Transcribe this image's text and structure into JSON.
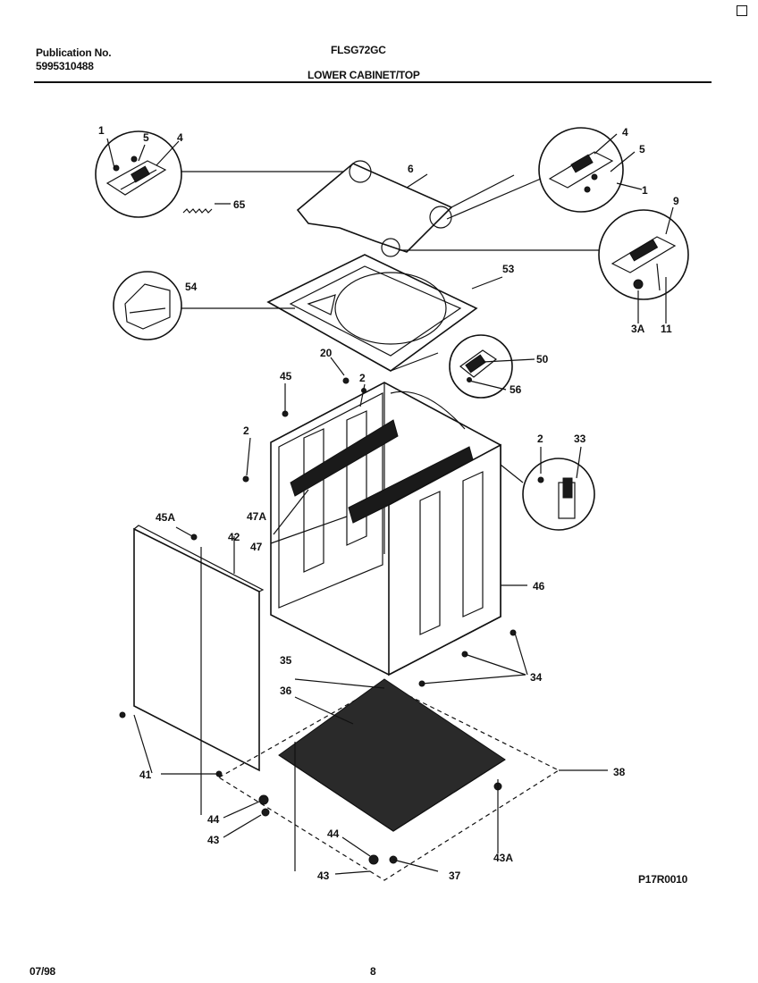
{
  "header": {
    "publication_label": "Publication No.",
    "publication_number": "5995310488",
    "model": "FLSG72GC",
    "section_title": "LOWER CABINET/TOP"
  },
  "footer": {
    "date": "07/98",
    "page": "8",
    "drawing_code": "P17R0010"
  },
  "callouts": [
    "1",
    "5",
    "4",
    "65",
    "6",
    "4",
    "5",
    "1",
    "9",
    "3A",
    "11",
    "54",
    "53",
    "20",
    "2",
    "50",
    "56",
    "45",
    "2",
    "33",
    "2",
    "47A",
    "47",
    "45A",
    "42",
    "46",
    "35",
    "36",
    "34",
    "41",
    "38",
    "44",
    "43",
    "44",
    "43",
    "37",
    "43A"
  ]
}
